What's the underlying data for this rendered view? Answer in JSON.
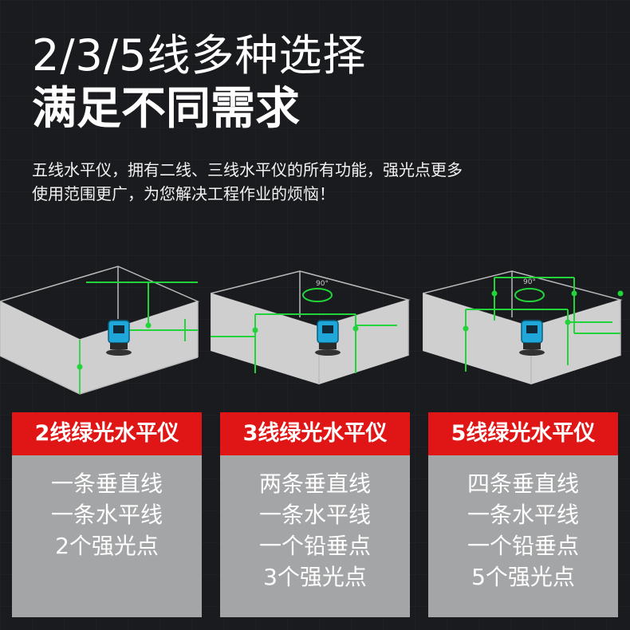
{
  "header": {
    "title_line1": "2/3/5线多种选择",
    "title_line2": "满足不同需求",
    "intro_line1": "五线水平仪，拥有二线、三线水平仪的所有功能，强光点更多",
    "intro_line2": "使用范围更广，为您解决工程作业的烦恼！"
  },
  "scenes": [
    {
      "angle_label": ""
    },
    {
      "angle_label": "90°"
    },
    {
      "angle_label": "90°"
    }
  ],
  "cards": [
    {
      "title": "2线绿光水平仪",
      "lines": [
        "一条垂直线",
        "一条水平线",
        "2个强光点"
      ]
    },
    {
      "title": "3线绿光水平仪",
      "lines": [
        "两条垂直线",
        "一条水平线",
        "一个铅垂点",
        "3个强光点"
      ]
    },
    {
      "title": "5线绿光水平仪",
      "lines": [
        "四条垂直线",
        "一条水平线",
        "一个铅垂点",
        "5个强光点"
      ]
    }
  ],
  "colors": {
    "background": "#1a1b1e",
    "laser_green": "#22d43a",
    "card_header_red": "#e01515",
    "card_body_gray": "#a4a5a7",
    "device_blue": "#1ea7d8"
  }
}
